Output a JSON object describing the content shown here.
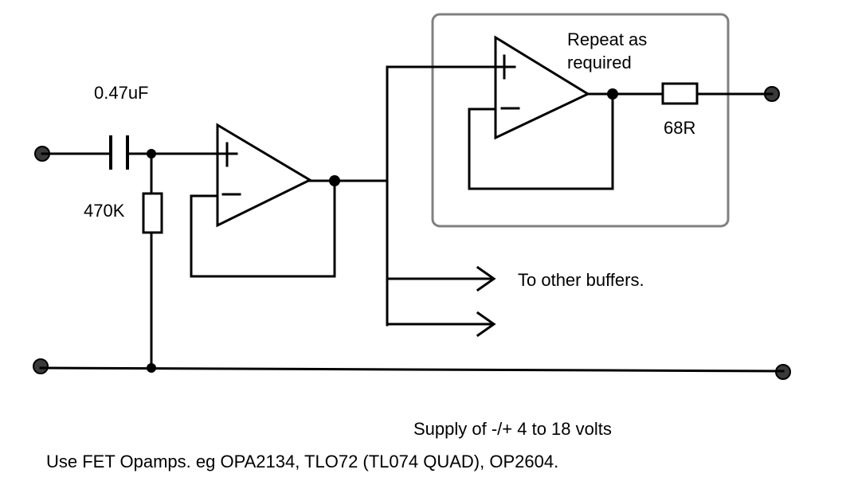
{
  "labels": {
    "capacitor": "0.47uF",
    "resistor_input": "470K",
    "resistor_output": "68R",
    "repeat_note_line1": "Repeat as",
    "repeat_note_line2": "required",
    "other_buffers": "To other buffers.",
    "supply": "Supply of -/+ 4 to 18 volts",
    "opamp_note": "Use FET Opamps. eg OPA2134, TLO72 (TL074 QUAD), OP2604."
  },
  "colors": {
    "ink": "#000000",
    "box_border": "#808080",
    "background": "#ffffff"
  }
}
